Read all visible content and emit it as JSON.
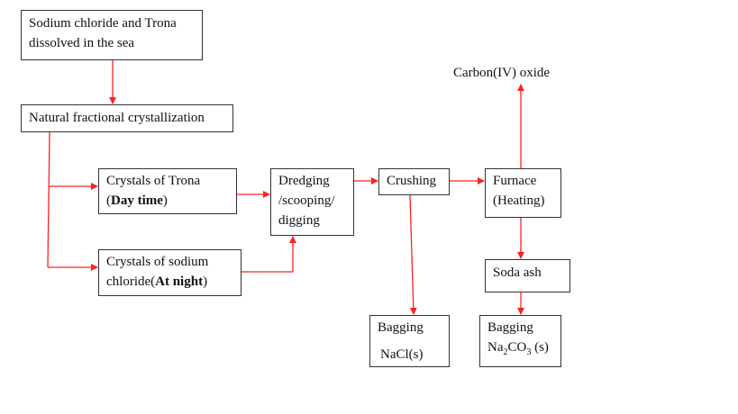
{
  "colors": {
    "arrow": "#ff2020",
    "border": "#333333"
  },
  "nodes": {
    "sea": {
      "line1": "Sodium chloride and Trona",
      "line2": "dissolved in the sea"
    },
    "crystallization": {
      "text": "Natural fractional crystallization"
    },
    "trona": {
      "line1": "Crystals of Trona",
      "line2_open": "(",
      "line2_bold": "Day time",
      "line2_close": ")"
    },
    "nacl_crystals": {
      "line1": "Crystals of sodium",
      "line2_pre": "chloride(",
      "line2_bold": "At night",
      "line2_close": ")"
    },
    "dredging": {
      "line1": "Dredging",
      "line2": "/scooping/",
      "line3": "digging"
    },
    "crushing": {
      "text": "Crushing"
    },
    "furnace": {
      "line1": "Furnace",
      "line2": "(Heating)"
    },
    "soda_ash": {
      "text": "Soda ash"
    },
    "bagging_nacl": {
      "line1": "Bagging",
      "line2": "NaCl(s)"
    },
    "bagging_na2co3": {
      "line1": "Bagging",
      "line2_a": "Na",
      "line2_sub1": "2",
      "line2_b": "CO",
      "line2_sub2": "3",
      "line2_c": " (s)"
    },
    "co2": {
      "text": "Carbon(IV) oxide"
    }
  }
}
